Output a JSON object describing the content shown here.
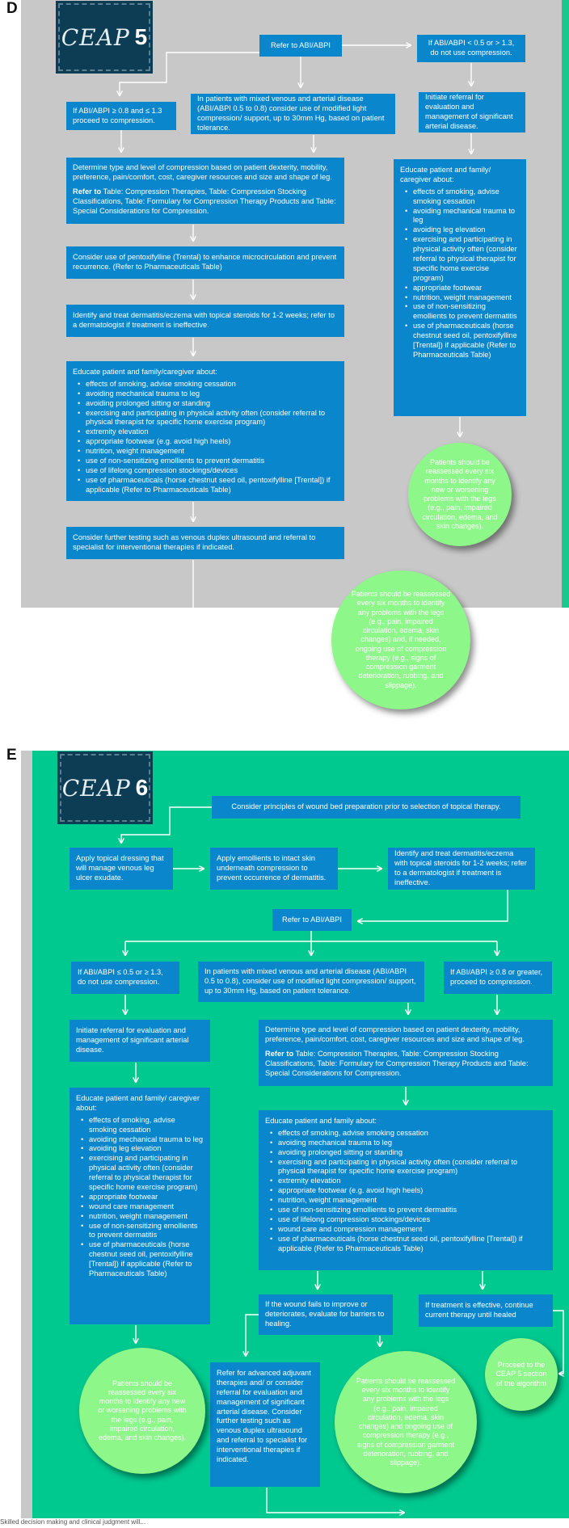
{
  "panel_d": {
    "letter": "D",
    "badge": {
      "word": "CEAP",
      "number": "5"
    },
    "refer_abi": "Refer to ABI/ABPI",
    "abi_low_high": "If ABI/ABPI < 0.5 or > 1.3, do not use compression.",
    "abi_normal": "If ABI/ABPI ≥ 0.8 and ≤ 1.3 proceed to compression.",
    "mixed_disease": "In patients with mixed venous and arterial disease (ABI/ABPI 0.5 to 0.8) consider use of modified light compression/ support, up to 30mm Hg, based on patient tolerance.",
    "initiate_referral": "Initiate referral for evaluation and management of significant arterial disease.",
    "determine_compression": "Determine type and level of compression based on patient dexterity, mobility, preference, pain/comfort, cost, caregiver resources and size and shape of leg.",
    "refer_to_label": "Refer to",
    "refer_to_tables": " Table: Compression Therapies, Table: Compression Stocking Classifications, Table: Formulary for Compression Therapy Products and Table: Special Considerations for Compression.",
    "pentoxifylline": "Consider use of pentoxifylline (Trental) to enhance microcirculation and prevent recurrence. (Refer to Pharmaceuticals Table)",
    "dermatitis": "Identify and treat dermatitis/eczema with topical steroids for 1-2 weeks; refer to a dermatologist if treatment is ineffective.",
    "educate_main": {
      "heading": "Educate patient and family/caregiver about:",
      "items": [
        "effects of smoking, advise smoking cessation",
        "avoiding mechanical trauma to leg",
        "avoiding prolonged sitting or standing",
        "exercising and participating in physical activity often (consider referral to physical therapist for specific home exercise program)",
        "extremity elevation",
        "appropriate footwear (e.g. avoid high heels)",
        "nutrition, weight management",
        "use of non-sensitizing emollients to prevent dermatitis",
        "use of lifelong compression stockings/devices",
        "use of pharmaceuticals (horse chestnut seed oil, pentoxifylline [Trental]) if applicable (Refer to Pharmaceuticals Table)"
      ]
    },
    "further_testing": "Consider further testing such as venous duplex ultrasound and referral to specialist for interventional therapies if indicated.",
    "educate_side": {
      "heading": "Educate patient and family/ caregiver about:",
      "items": [
        "effects of smoking, advise smoking cessation",
        "avoiding mechanical trauma to leg",
        "avoiding leg elevation",
        "exercising and participating in physical activity often (consider referral to physical therapist for specific home exercise program)",
        "appropriate footwear",
        "nutrition, weight management",
        "use of non-sensitizing emollients to prevent dermatitis",
        "use of pharmaceuticals (horse chestnut seed oil, pentoxifylline [Trental]) if applicable (Refer to Pharmaceuticals Table)"
      ]
    },
    "reassess_small": "Patients should be reassessed every six months to identify any new or worsening problems with the legs (e.g., pain, impaired circulation, edema, and skin changes).",
    "reassess_large": "Patients should be reassessed every six months to identify any problems with the legs (e.g., pain, impaired circulation, edema, skin changes) and, if needed, ongoing use of compression therapy (e.g., signs of compression garment deterioration, rubbing, and slippage)."
  },
  "panel_e": {
    "letter": "E",
    "badge": {
      "word": "CEAP",
      "number": "6"
    },
    "wound_bed": "Consider principles of wound bed preparation prior to selection of topical therapy.",
    "topical_dressing": "Apply topical dressing that will manage venous leg ulcer exudate.",
    "emollients": "Apply emollients to intact skin underneath compression to prevent occurrence of dermatitis.",
    "dermatitis": "Identify and treat dermatitis/eczema with topical steroids for 1-2 weeks; refer to a dermatologist if treatment is ineffective.",
    "refer_abi": "Refer to ABI/ABPI",
    "abi_low_high": "If ABI/ABPI ≤ 0.5 or ≥ 1.3, do not use compression.",
    "mixed_disease": "In patients with mixed venous and arterial disease (ABI/ABPI 0.5 to 0.8), consider use of modified light compression/ support, up to 30mm Hg, based on patient tolerance.",
    "abi_normal": "If ABI/ABPI ≥ 0.8 or greater, proceed to compression.",
    "initiate_referral": "Initiate referral for evaluation and management of significant arterial disease.",
    "determine_compression": "Determine type and level of compression based on patient dexterity, mobility, preference, pain/comfort, cost, caregiver resources and size and shape of leg.",
    "refer_to_label": "Refer to",
    "refer_to_tables": " Table: Compression Therapies, Table: Compression Stocking Classifications, Table: Formulary for Compression Therapy Products and Table: Special Considerations for Compression.",
    "educate_side": {
      "heading": "Educate patient and family/ caregiver about:",
      "items": [
        "effects of smoking, advise smoking cessation",
        "avoiding mechanical trauma to leg",
        "avoiding leg elevation",
        "exercising and participating in physical activity often (consider referral to physical therapist for specific home exercise program)",
        "appropriate footwear",
        "wound care management",
        "nutrition, weight management",
        "use of non-sensitizing emollients to prevent dermatitis",
        "use of pharmaceuticals (horse chestnut seed oil, pentoxifylline [Trental]) if applicable (Refer to Pharmaceuticals Table)"
      ]
    },
    "educate_main": {
      "heading": "Educate patient and family about:",
      "items": [
        "effects of smoking, advise smoking cessation",
        "avoiding mechanical trauma to leg",
        "avoiding prolonged sitting or standing",
        "exercising and participating in physical activity often (consider referral to physical therapist for specific home exercise program)",
        "extremity elevation",
        "appropriate footwear (e.g. avoid high heels)",
        "nutrition, weight management",
        "use of non-sensitizing emollients to prevent dermatitis",
        "use of lifelong compression stockings/devices",
        "wound care and compression management",
        "use of pharmaceuticals (horse chestnut seed oil, pentoxifylline [Trental]) if applicable (Refer to Pharmaceuticals Table)"
      ]
    },
    "wound_fails": "If the wound fails to improve or deteriorates, evaluate for barriers to healing.",
    "treatment_effective": "If treatment is effective, continue current therapy until healed",
    "reassess_left": "Patients should be reassessed every six months to identify any new or worsening problems with the legs (e.g., pain, impaired circulation, edema, and skin changes).",
    "advanced_therapies": "Refer for advanced adjuvant therapies and/ or consider referral for evaluation and management of significant arterial disease. Consider further testing such as venous duplex ultrasound and referral to specialist for interventional therapies if indicated.",
    "reassess_mid": "Patients should be reassessed every six months to identify any problems with the legs (e.g., pain, impaired circulation, edema, skin changes) and ongoing use of compression therapy (e.g., signs of compression garment deterioration, rubbing, and slippage).",
    "proceed_ceap5": "Proceed to the CEAP 5 section of the algorithm"
  },
  "footnote": "Skilled decision making and clinical judgment will...",
  "colors": {
    "panel_d_bg": "#c8c8c8",
    "panel_e_bg": "#00c98f",
    "box": "#0a86cc",
    "circle": "#8ef78a",
    "badge": "#0d3d54",
    "strip": "#19c88c"
  }
}
